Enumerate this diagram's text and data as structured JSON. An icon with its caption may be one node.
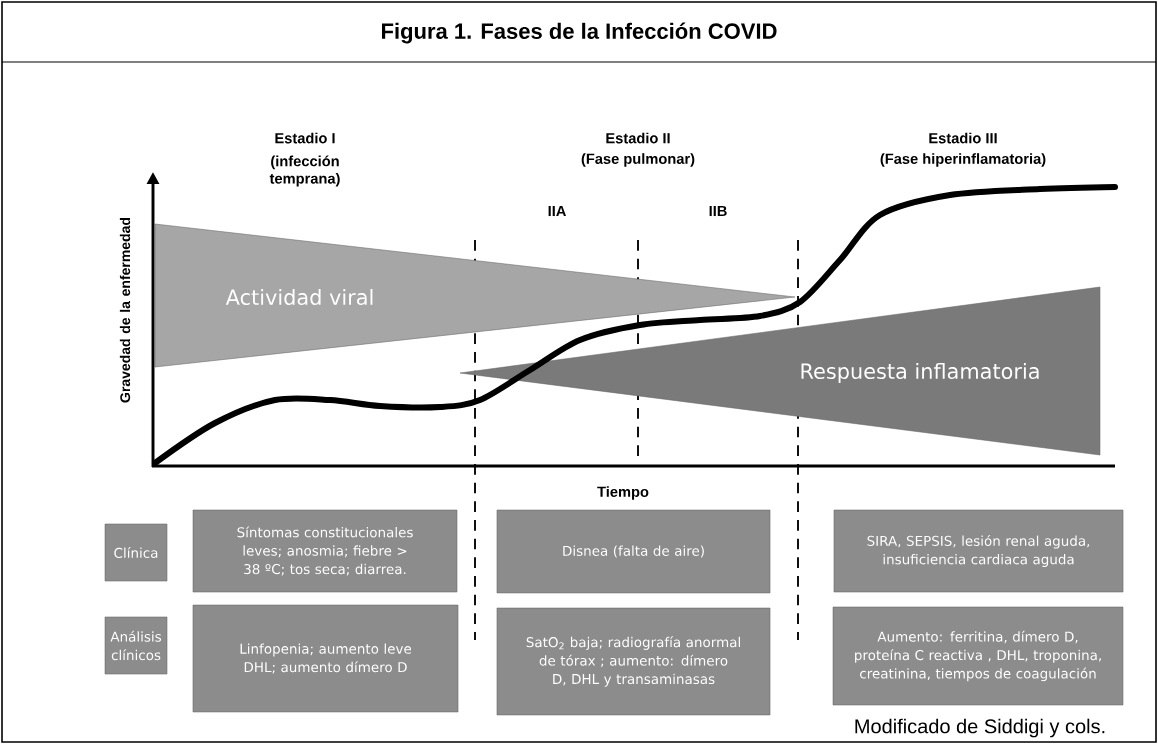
{
  "diagram": {
    "title": "Figura 1. Fases de la Infección COVID",
    "caption": "Modificado de Siddigi y cols.",
    "nodes": [
      {
        "text": [
          "Actividad viral"
        ]
      },
      {
        "text": [
          "Respuesta inflamatoria"
        ]
      },
      {
        "text": [
          "Clínica"
        ]
      },
      {
        "text": [
          "Análisis clínicos"
        ]
      },
      {
        "text": [
          "Síntomas constitucionales leves; anosmia; fiebre > 38 ºC; tos seca; diarrea."
        ]
      },
      {
        "text": [
          "Linfopenia; aumento leve DHL; aumento dímero D"
        ]
      },
      {
        "text": [
          "Disnea (falta de aire)"
        ]
      },
      {
        "text": [
          "SatO$_{2}$ baja; radiografía anormal de tórax ; aumento: dímero D, DHL y transaminasas"
        ]
      },
      {
        "text": [
          "SIRA, SEPSIS, lesión renal aguda, insuficiencia cardiaca aguda"
        ]
      },
      {
        "text": [
          "Aumento: ferritina, dímero D, proteína C reactiva , DHL, troponina, creatinina, tiempos de coagulación"
        ]
      }
    ],
    "edges": [],
    "labels": [
      "Estadio I",
      "(infección temprana)",
      "Estadio II",
      "(Fase pulmonar)",
      "Estadio III",
      "(Fase hiperinflamatoria)",
      "IIA",
      "IIB",
      "Gravedad de la enfermedad",
      "Tiempo"
    ]
  }
}
